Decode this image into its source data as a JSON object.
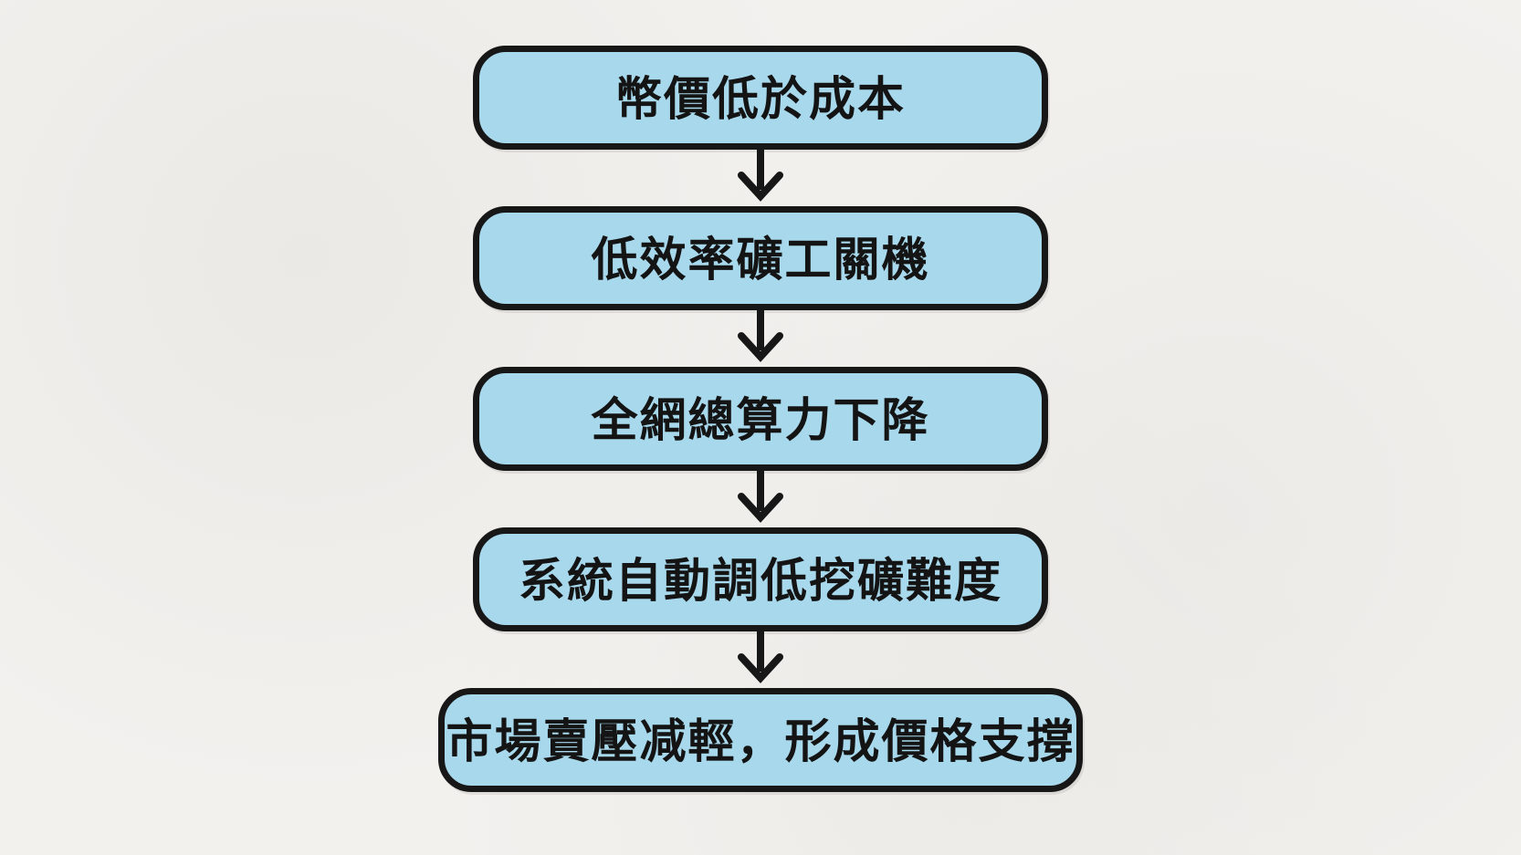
{
  "flowchart": {
    "title": "mining-difficulty-adjustment-flow",
    "steps": [
      {
        "label": "幣價低於成本"
      },
      {
        "label": "低效率礦工關機"
      },
      {
        "label": "全網總算力下降"
      },
      {
        "label": "系統自動調低挖礦難度"
      },
      {
        "label": "市場賣壓减輕，形成價格支撐"
      }
    ],
    "colors": {
      "background": "#f3f1ee",
      "box_fill": "#a8d8ec",
      "box_border": "#171717",
      "arrow": "#171717",
      "text": "#141414"
    }
  }
}
